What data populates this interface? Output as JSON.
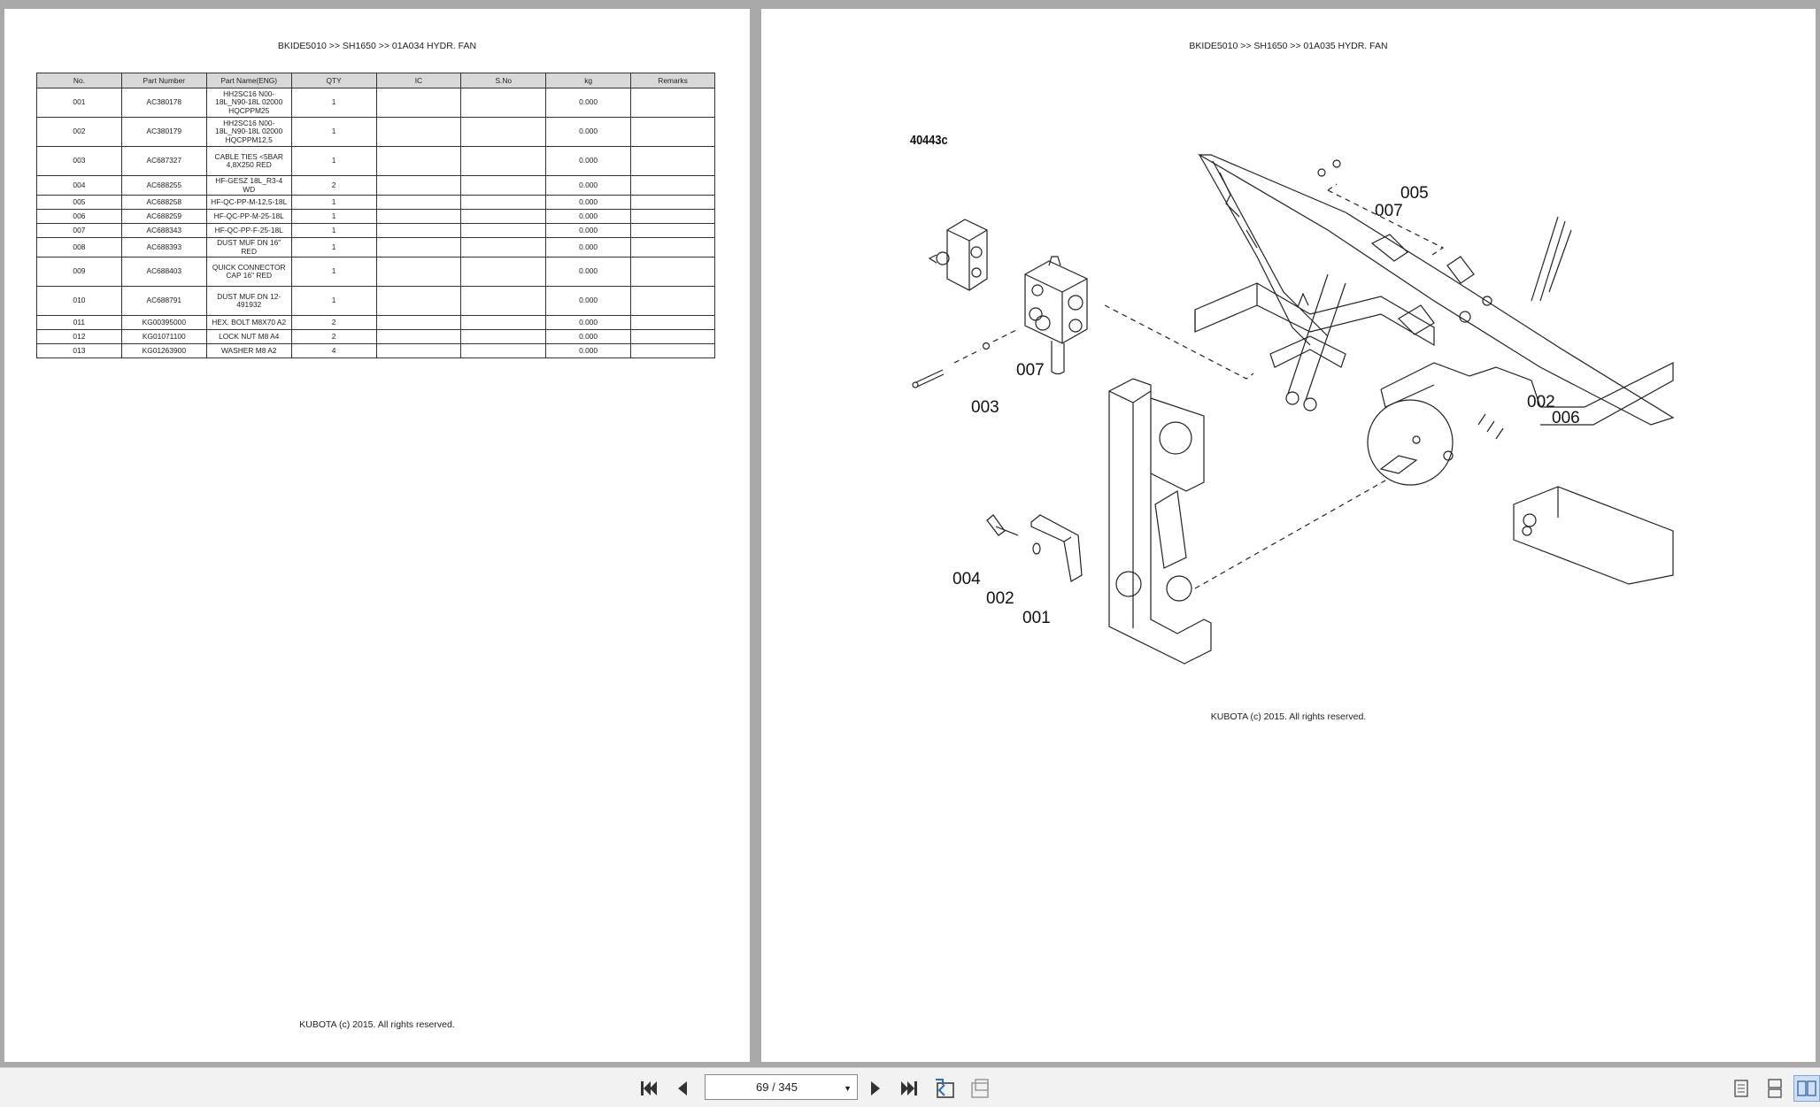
{
  "left_page": {
    "header": "BKIDE5010 >> SH1650 >> 01A034   HYDR. FAN",
    "footer": "KUBOTA (c) 2015. All rights reserved.",
    "columns": [
      "No.",
      "Part Number",
      "Part Name(ENG)",
      "QTY",
      "IC",
      "S.No",
      "kg",
      "Remarks"
    ],
    "rows": [
      {
        "no": "001",
        "pn": "AC380178",
        "name": "HH2SC16 N00-18L_N90-18L 02000 HQCPPM25",
        "qty": "1",
        "ic": "",
        "sno": "",
        "kg": "0.000",
        "rem": ""
      },
      {
        "no": "002",
        "pn": "AC380179",
        "name": "HH2SC16 N00-18L_N90-18L 02000 HQCPPM12,5",
        "qty": "1",
        "ic": "",
        "sno": "",
        "kg": "0.000",
        "rem": ""
      },
      {
        "no": "003",
        "pn": "AC687327",
        "name": "CABLE TIES <5BAR 4,8X250 RED",
        "qty": "1",
        "ic": "",
        "sno": "",
        "kg": "0.000",
        "rem": ""
      },
      {
        "no": "004",
        "pn": "AC688255",
        "name": "HF-GESZ 18L_R3-4 WD",
        "qty": "2",
        "ic": "",
        "sno": "",
        "kg": "0.000",
        "rem": ""
      },
      {
        "no": "005",
        "pn": "AC688258",
        "name": "HF-QC-PP-M-12,5-18L",
        "qty": "1",
        "ic": "",
        "sno": "",
        "kg": "0.000",
        "rem": ""
      },
      {
        "no": "006",
        "pn": "AC688259",
        "name": "HF-QC-PP-M-25-18L",
        "qty": "1",
        "ic": "",
        "sno": "",
        "kg": "0.000",
        "rem": ""
      },
      {
        "no": "007",
        "pn": "AC688343",
        "name": "HF-QC-PP-F-25-18L",
        "qty": "1",
        "ic": "",
        "sno": "",
        "kg": "0.000",
        "rem": ""
      },
      {
        "no": "008",
        "pn": "AC688393",
        "name": "DUST MUF DN  16\" RED",
        "qty": "1",
        "ic": "",
        "sno": "",
        "kg": "0.000",
        "rem": ""
      },
      {
        "no": "009",
        "pn": "AC688403",
        "name": "QUICK CONNECTOR CAP  16\" RED",
        "qty": "1",
        "ic": "",
        "sno": "",
        "kg": "0.000",
        "rem": ""
      },
      {
        "no": "010",
        "pn": "AC688791",
        "name": "DUST MUF DN 12-491932",
        "qty": "1",
        "ic": "",
        "sno": "",
        "kg": "0.000",
        "rem": ""
      },
      {
        "no": "011",
        "pn": "KG00395000",
        "name": "HEX. BOLT M8X70 A2",
        "qty": "2",
        "ic": "",
        "sno": "",
        "kg": "0.000",
        "rem": ""
      },
      {
        "no": "012",
        "pn": "KG01071100",
        "name": "LOCK NUT M8 A4",
        "qty": "2",
        "ic": "",
        "sno": "",
        "kg": "0.000",
        "rem": ""
      },
      {
        "no": "013",
        "pn": "KG01263900",
        "name": "WASHER M8 A2",
        "qty": "4",
        "ic": "",
        "sno": "",
        "kg": "0.000",
        "rem": ""
      }
    ]
  },
  "right_page": {
    "header": "BKIDE5010 >> SH1650 >> 01A035   HYDR. FAN",
    "drawing_id": "40443c",
    "callouts": [
      "005",
      "007",
      "007",
      "003",
      "002",
      "006",
      "004",
      "002",
      "001"
    ],
    "footer": "KUBOTA (c) 2015. All rights reserved."
  },
  "toolbar": {
    "page_indicator": "69 / 345"
  }
}
